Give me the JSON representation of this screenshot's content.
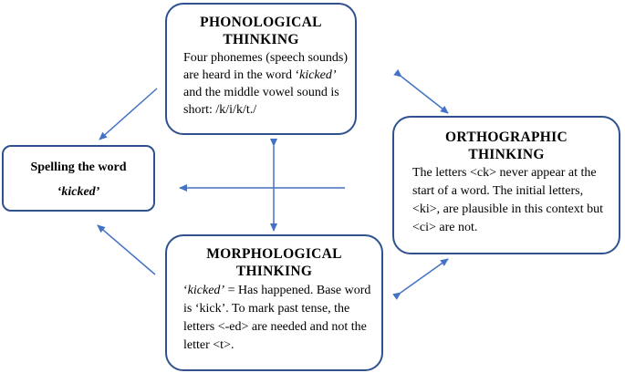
{
  "phonological": {
    "title_line1": "PHONOLOGICAL",
    "title_line2": "THINKING",
    "text_a": "Four phonemes (speech sounds) are heard in the word ‘",
    "text_word": "kicked’",
    "text_b": " and the middle vowel sound is short: /k/i/k/t./"
  },
  "orthographic": {
    "title_line1": "ORTHOGRAPHIC",
    "title_line2": "THINKING",
    "text": "The letters <ck> never appear at the start of a word. The initial letters, <ki>, are plausible in this context but <ci> are not."
  },
  "morphological": {
    "title_line1": "MORPHOLOGICAL",
    "title_line2": "THINKING",
    "text_open": "‘",
    "text_word": "kicked’",
    "text_b": " = Has happened. Base word is ‘kick’. To mark past tense, the letters <-ed> are needed and not the letter <t>."
  },
  "spelling": {
    "title": "Spelling the word",
    "word": "‘kicked’"
  },
  "colors": {
    "border": "#2f528f",
    "arrow": "#4472c4"
  }
}
